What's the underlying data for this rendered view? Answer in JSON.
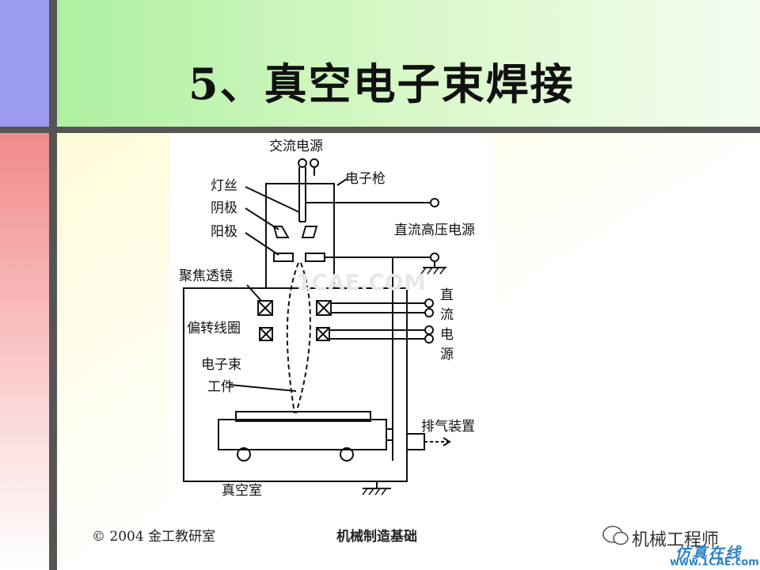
{
  "slide": {
    "title": "5、真空电子束焊接",
    "footer_left": "© 2004 金工教研室",
    "footer_center": "机械制造基础"
  },
  "diagram": {
    "labels": {
      "ac_power": "交流电源",
      "filament": "灯丝",
      "cathode": "阴极",
      "anode": "阳极",
      "electron_gun": "电子枪",
      "dc_hv_power": "直流高压电源",
      "focusing_lens": "聚焦透镜",
      "deflection_coil": "偏转线圈",
      "dc_power_1": "直",
      "dc_power_2": "流",
      "dc_power_3": "电",
      "dc_power_4": "源",
      "electron_beam": "电子束",
      "workpiece": "工件",
      "exhaust": "排气装置",
      "vacuum_chamber": "真空室"
    },
    "faint_watermark": "1CAE.COM"
  },
  "watermark": {
    "name": "机械工程师",
    "slogan": "仿真在线",
    "site": "www.1CAE.com"
  },
  "colors": {
    "purple": "#9b9bf2",
    "red": "#f08a8a",
    "green": "#aef0a0",
    "site_blue": "#2f82c8"
  }
}
